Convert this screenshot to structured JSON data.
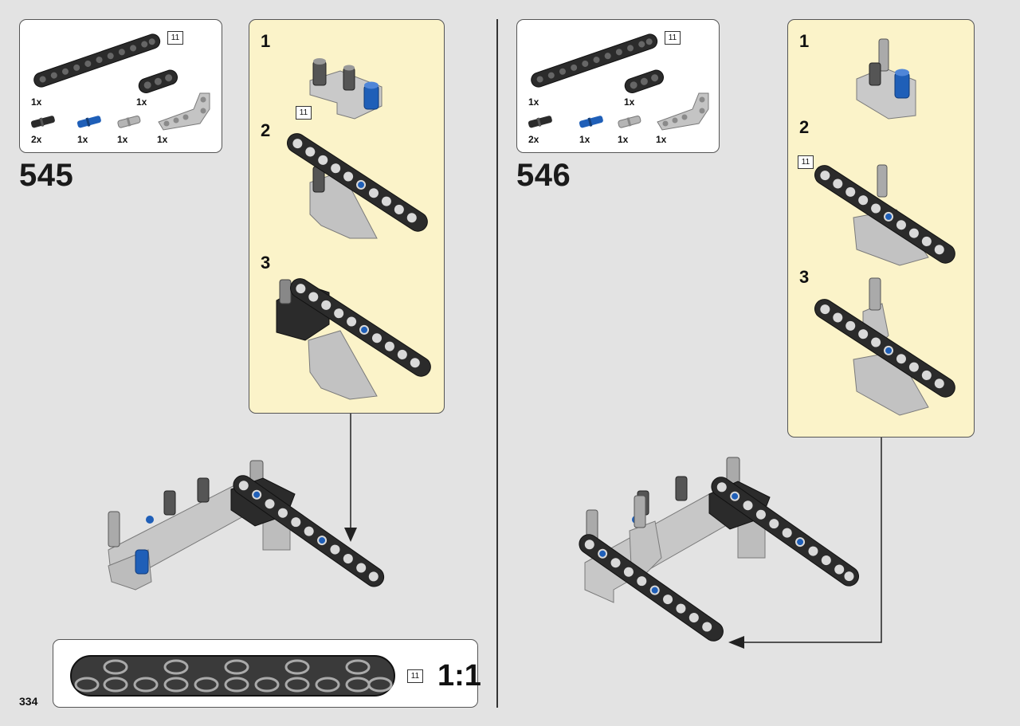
{
  "page_number": "334",
  "left_step": {
    "number": "545",
    "parts": [
      {
        "qty": "1x",
        "name": "beam-11-icon",
        "length_label": "11"
      },
      {
        "qty": "1x",
        "name": "beam-3-icon"
      },
      {
        "qty": "2x",
        "name": "axle-pin-black-icon"
      },
      {
        "qty": "1x",
        "name": "axle-pin-blue-icon"
      },
      {
        "qty": "1x",
        "name": "pin-gray-icon"
      },
      {
        "qty": "1x",
        "name": "angled-beam-gray-icon"
      }
    ],
    "substeps": [
      {
        "label": "1"
      },
      {
        "label": "2",
        "length_label": "11"
      },
      {
        "label": "3"
      }
    ]
  },
  "right_step": {
    "number": "546",
    "parts": [
      {
        "qty": "1x",
        "name": "beam-11-icon",
        "length_label": "11"
      },
      {
        "qty": "1x",
        "name": "beam-3-icon"
      },
      {
        "qty": "2x",
        "name": "axle-pin-black-icon"
      },
      {
        "qty": "1x",
        "name": "axle-pin-blue-icon"
      },
      {
        "qty": "1x",
        "name": "pin-gray-icon"
      },
      {
        "qty": "1x",
        "name": "angled-beam-gray-icon"
      }
    ],
    "substeps": [
      {
        "label": "1"
      },
      {
        "label": "2",
        "length_label": "11"
      },
      {
        "label": "3"
      }
    ]
  },
  "scale_box": {
    "length_label": "11",
    "ratio": "1:1"
  },
  "colors": {
    "background": "#e3e3e3",
    "substep_fill": "#fbf3c9",
    "beam_black": "#2b2b2b",
    "beam_gray": "#bdbdbd",
    "pin_blue": "#1f5fb8"
  }
}
